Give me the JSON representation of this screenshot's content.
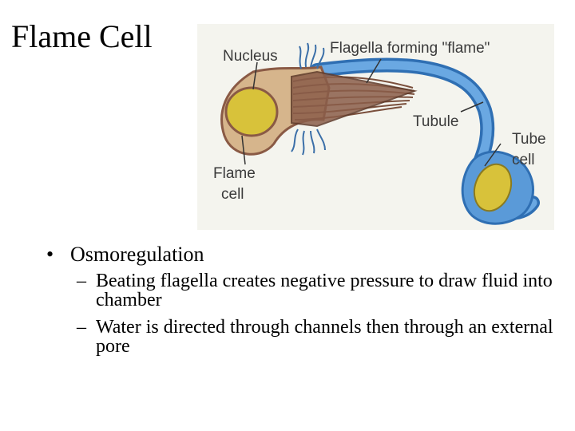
{
  "slide": {
    "title": "Flame Cell"
  },
  "diagram": {
    "labels": {
      "nucleus": "Nucleus",
      "flagella": "Flagella forming \"flame\"",
      "tubule": "Tubule",
      "tube_cell_line1": "Tube",
      "tube_cell_line2": "cell",
      "flame_cell_line1": "Flame",
      "flame_cell_line2": "cell"
    },
    "colors": {
      "background": "#f4f4ee",
      "nucleus": "#d8c23a",
      "cell_body": "#d6b58c",
      "cell_outline": "#8a5a45",
      "flagella": "#8b5e4a",
      "tubule": "#5a9ad8",
      "tubule_dark": "#2f6fb3",
      "leader": "#333333"
    },
    "icons": [
      "nucleus-shape",
      "flagella-bundle",
      "tubule-tube",
      "tube-cell-shape"
    ]
  },
  "bullets": {
    "main": {
      "marker": "•",
      "text": "Osmoregulation",
      "subitems": [
        {
          "marker": "–",
          "text": "Beating flagella creates negative pressure to draw fluid into chamber"
        },
        {
          "marker": "–",
          "text": "Water is directed through channels then through an external pore"
        }
      ]
    }
  }
}
